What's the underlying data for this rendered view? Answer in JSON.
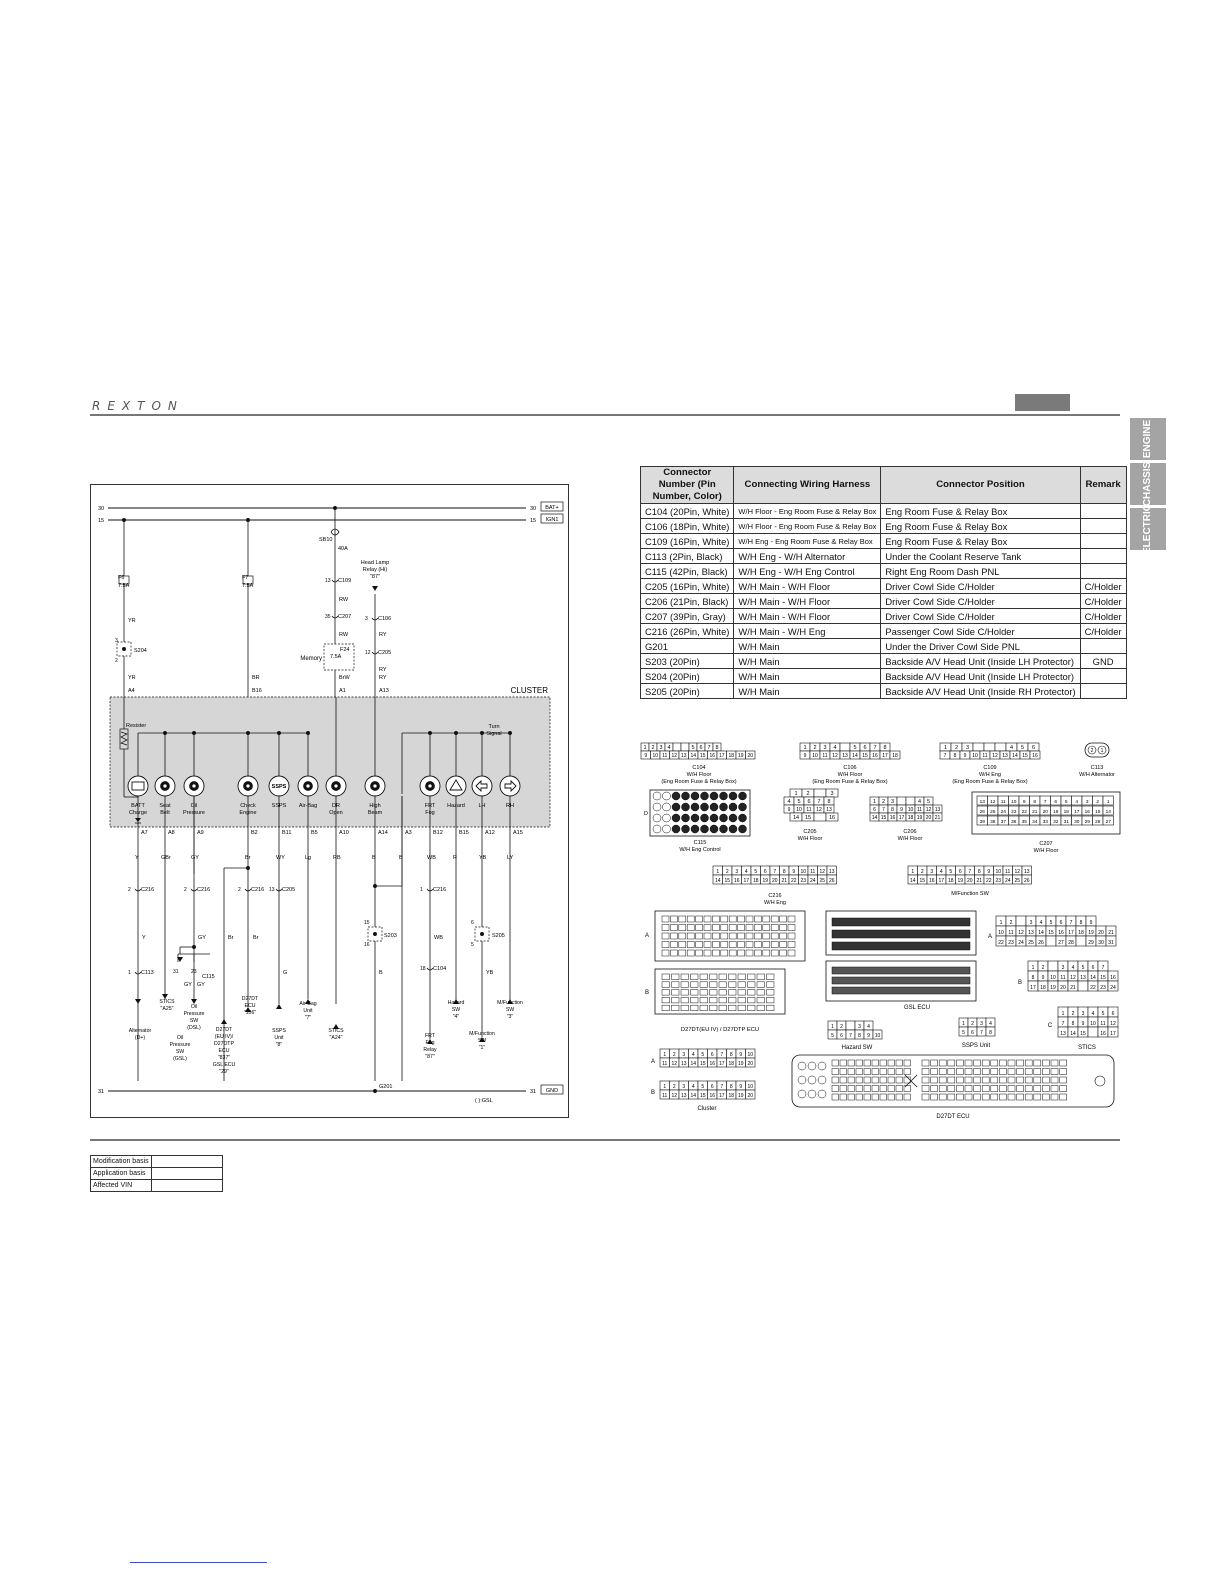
{
  "header": {
    "logo": "REXTON"
  },
  "side_tabs": [
    "ENGINE",
    "CHASSIS",
    "ELECTRIC"
  ],
  "diagram": {
    "rails": {
      "top1": "30",
      "top2": "15",
      "bottom": "31",
      "top1_tag": "BAT+",
      "top2_tag": "IGN1",
      "bottom_tag": "GND"
    },
    "fuses": {
      "f6": "F6",
      "f6a": "7.5A",
      "f7": "F7",
      "f7a": "7.5A",
      "sb10": "SB10",
      "sb10a": "40A",
      "f24": "F24",
      "f24a": "7.5A",
      "memory": "Memory"
    },
    "relay": {
      "line1": "Head Lamp",
      "line2": "Relay (Hi)",
      "line3": "\"87\""
    },
    "cluster_label": "CLUSTER",
    "resister": "Resister",
    "indicators": [
      {
        "l1": "BATT",
        "l2": "Charge"
      },
      {
        "l1": "Seat",
        "l2": "Belt"
      },
      {
        "l1": "Oil",
        "l2": "Pressure"
      },
      {
        "l1": "Check",
        "l2": "Engine"
      },
      {
        "l1": "SSPS",
        "l2": ""
      },
      {
        "l1": "Air-Bag",
        "l2": ""
      },
      {
        "l1": "DR",
        "l2": "Open"
      },
      {
        "l1": "High",
        "l2": "Beam"
      },
      {
        "l1": "FRT",
        "l2": "Fog"
      },
      {
        "l1": "Hazard",
        "l2": ""
      },
      {
        "l1": "LH",
        "l2": ""
      },
      {
        "l1": "RH",
        "l2": ""
      }
    ],
    "ssps_icon": "SSPS",
    "turn_signal": {
      "l1": "Turn",
      "l2": "Signal"
    },
    "top_pins": [
      "A4",
      "B16",
      "A1",
      "A13"
    ],
    "top_wires": [
      "YR",
      "YR",
      "BR",
      "RW",
      "RW",
      "BrW",
      "RY",
      "RY",
      "RY"
    ],
    "bottom_pins": [
      "A7",
      "A8",
      "A9",
      "B2",
      "B11",
      "B5",
      "A10",
      "A14",
      "A3",
      "B12",
      "B15",
      "A12",
      "A15"
    ],
    "wire_colors": [
      "Y",
      "GBr",
      "GY",
      "Br",
      "WY",
      "Lg",
      "RB",
      "B",
      "B",
      "WB",
      "R",
      "YB",
      "LY"
    ],
    "connectors": [
      "C109",
      "C207",
      "C106",
      "C205",
      "S204",
      "C216",
      "C216",
      "C216",
      "C205",
      "C216",
      "C113",
      "C115",
      "C104",
      "S203",
      "S205",
      "G201"
    ],
    "pin_nums": [
      "13",
      "35",
      "3",
      "12",
      "3",
      "2",
      "2",
      "1",
      "31",
      "23",
      "18",
      "15",
      "16",
      "6",
      "5",
      "8"
    ],
    "wires2": [
      "Y",
      "GY",
      "GY",
      "GY",
      "Br",
      "Br",
      "G",
      "WB",
      "B",
      "YB"
    ],
    "destinations": [
      {
        "lines": [
          "Alternator",
          "(D+)"
        ]
      },
      {
        "lines": [
          "STICS",
          "\"A25\""
        ]
      },
      {
        "lines": [
          "Oil",
          "Pressure",
          "SW",
          "(DSL)"
        ]
      },
      {
        "lines": [
          "Oil",
          "Pressure",
          "SW",
          "(GSL)"
        ]
      },
      {
        "lines": [
          "D27DT",
          "ECU",
          "\"106\""
        ]
      },
      {
        "lines": [
          "D27DT",
          "(EU IV)/",
          "D27DTP",
          "ECU",
          "\"837\"",
          "GSL ECU",
          "\"29\""
        ]
      },
      {
        "lines": [
          "SSPS",
          "Unit",
          "\"8\""
        ]
      },
      {
        "lines": [
          "Air-Bag",
          "Unit",
          "\"7\""
        ]
      },
      {
        "lines": [
          "STICS",
          "\"A24\""
        ]
      },
      {
        "lines": [
          "FRT",
          "Fog",
          "Relay",
          "\"87\""
        ]
      },
      {
        "lines": [
          "Hazard",
          "SW",
          "\"4\""
        ]
      },
      {
        "lines": [
          "M/Function",
          "SW",
          "\"1\""
        ]
      },
      {
        "lines": [
          "M/Function",
          "SW",
          "\"3\""
        ]
      }
    ],
    "gsl_note": "( ):GSL"
  },
  "table": {
    "headers": [
      "Connector Number (Pin Number, Color)",
      "Connecting Wiring Harness",
      "Connector Position",
      "Remark"
    ],
    "rows": [
      [
        "C104 (20Pin, White)",
        "W/H Floor - Eng Room Fuse & Relay Box",
        "Eng Room Fuse & Relay Box",
        ""
      ],
      [
        "C106 (18Pin, White)",
        "W/H Floor - Eng Room Fuse & Relay Box",
        "Eng Room Fuse & Relay Box",
        ""
      ],
      [
        "C109 (16Pin, White)",
        "W/H Eng - Eng Room Fuse & Relay Box",
        "Eng Room Fuse & Relay Box",
        ""
      ],
      [
        "C113 (2Pin, Black)",
        "W/H Eng - W/H Alternator",
        "Under the Coolant Reserve Tank",
        ""
      ],
      [
        "C115 (42Pin, Black)",
        "W/H Eng - W/H Eng Control",
        "Right Eng Room Dash PNL",
        ""
      ],
      [
        "C205 (16Pin, White)",
        "W/H Main - W/H Floor",
        "Driver Cowl Side C/Holder",
        "C/Holder"
      ],
      [
        "C206 (21Pin, Black)",
        "W/H Main - W/H Floor",
        "Driver Cowl Side C/Holder",
        "C/Holder"
      ],
      [
        "C207 (39Pin, Gray)",
        "W/H Main - W/H Floor",
        "Driver Cowl Side C/Holder",
        "C/Holder"
      ],
      [
        "C216 (26Pin, White)",
        "W/H Main - W/H Eng",
        "Passenger Cowl Side C/Holder",
        "C/Holder"
      ],
      [
        "G201",
        "W/H Main",
        "Under the Driver Cowl Side PNL",
        ""
      ],
      [
        "S203 (20Pin)",
        "W/H Main",
        "Backside A/V Head Unit (Inside LH Protector)",
        "GND"
      ],
      [
        "S204 (20Pin)",
        "W/H Main",
        "Backside A/V Head Unit (Inside LH Protector)",
        ""
      ],
      [
        "S205 (20Pin)",
        "W/H Main",
        "Backside A/V Head Unit (Inside RH Protector)",
        ""
      ]
    ]
  },
  "connector_views": {
    "c104": {
      "name": "C104",
      "l2": "W/H Floor",
      "l3": "(Eng Room Fuse & Relay Box)",
      "row1": [
        "1",
        "2",
        "3",
        "4",
        "",
        "",
        "5",
        "6",
        "7",
        "8"
      ],
      "row2": [
        "9",
        "10",
        "11",
        "12",
        "13",
        "14",
        "15",
        "16",
        "17",
        "18",
        "19",
        "20"
      ]
    },
    "c106": {
      "name": "C106",
      "l2": "W/H Floor",
      "l3": "(Eng Room Fuse & Relay Box)",
      "row1": [
        "1",
        "2",
        "3",
        "4",
        "",
        "5",
        "6",
        "7",
        "8"
      ],
      "row2": [
        "9",
        "10",
        "11",
        "12",
        "13",
        "14",
        "15",
        "16",
        "17",
        "18"
      ]
    },
    "c109": {
      "name": "C109",
      "l2": "W/H Eng",
      "l3": "(Eng Room Fuse & Relay Box)",
      "row1": [
        "1",
        "2",
        "3",
        "",
        "",
        "",
        "4",
        "5",
        "6"
      ],
      "row2": [
        "7",
        "8",
        "9",
        "10",
        "11",
        "12",
        "13",
        "14",
        "15",
        "16"
      ]
    },
    "c113": {
      "name": "C113",
      "l2": "W/H Alternator",
      "pins": [
        "2",
        "1"
      ]
    },
    "c115": {
      "name": "C115",
      "l2": "W/H Eng Control",
      "side": "D"
    },
    "c205": {
      "name": "C205",
      "l2": "W/H Floor",
      "rows": [
        [
          "1",
          "2",
          "",
          "3"
        ],
        [
          "4",
          "5",
          "6",
          "7",
          "8"
        ],
        [
          "9",
          "10",
          "11",
          "12",
          "13"
        ],
        [
          "14",
          "15",
          "",
          "16"
        ]
      ]
    },
    "c206": {
      "name": "C206",
      "l2": "W/H Floor",
      "rows": [
        [
          "1",
          "2",
          "3",
          "",
          "",
          "4",
          "5"
        ],
        [
          "6",
          "7",
          "8",
          "9",
          "10",
          "11",
          "12",
          "13"
        ],
        [
          "14",
          "15",
          "16",
          "17",
          "18",
          "19",
          "20",
          "21"
        ]
      ]
    },
    "c207": {
      "name": "C207",
      "l2": "W/H Floor",
      "rows": [
        [
          "13",
          "12",
          "11",
          "10",
          "9",
          "8",
          "7",
          "6",
          "5",
          "4",
          "3",
          "2",
          "1"
        ],
        [
          "26",
          "25",
          "24",
          "23",
          "22",
          "21",
          "20",
          "19",
          "18",
          "17",
          "16",
          "15",
          "14"
        ],
        [
          "39",
          "38",
          "37",
          "36",
          "35",
          "34",
          "33",
          "32",
          "31",
          "30",
          "29",
          "28",
          "27"
        ]
      ]
    },
    "c216": {
      "name": "C216",
      "l2": "W/H Eng",
      "row1": [
        "1",
        "2",
        "3",
        "4",
        "5",
        "6",
        "7",
        "8",
        "9",
        "10",
        "11",
        "12",
        "13"
      ],
      "row2": [
        "14",
        "15",
        "16",
        "17",
        "18",
        "19",
        "20",
        "21",
        "22",
        "23",
        "24",
        "25",
        "26"
      ]
    },
    "mfsw": {
      "name": "M/Function SW",
      "row1": [
        "1",
        "2",
        "3",
        "4",
        "5",
        "6",
        "7",
        "8",
        "9",
        "10",
        "11",
        "12",
        "13"
      ],
      "row2": [
        "14",
        "15",
        "16",
        "17",
        "18",
        "19",
        "20",
        "21",
        "22",
        "23",
        "24",
        "25",
        "26"
      ]
    },
    "d27dt": {
      "name": "D27DT(EU IV) / D27DTP ECU",
      "a": "A",
      "b": "B"
    },
    "gsl": {
      "name": "GSL ECU"
    },
    "stics": {
      "name": "STICS",
      "a": "A",
      "b": "B",
      "c": "C",
      "a_rows": [
        [
          "1",
          "2",
          "",
          "3",
          "4",
          "5",
          "6",
          "7",
          "8",
          "9"
        ],
        [
          "10",
          "11",
          "12",
          "13",
          "14",
          "15",
          "16",
          "17",
          "18",
          "19",
          "20",
          "21"
        ],
        [
          "22",
          "23",
          "24",
          "25",
          "26",
          "",
          "27",
          "28",
          "",
          "29",
          "30",
          "31"
        ]
      ],
      "b_rows": [
        [
          "1",
          "2",
          "",
          "3",
          "4",
          "5",
          "6",
          "7"
        ],
        [
          "8",
          "9",
          "10",
          "11",
          "12",
          "13",
          "14",
          "15",
          "16"
        ],
        [
          "17",
          "18",
          "19",
          "20",
          "21",
          "",
          "22",
          "23",
          "24"
        ]
      ],
      "c_rows": [
        [
          "1",
          "2",
          "3",
          "4",
          "5",
          "6"
        ],
        [
          "7",
          "8",
          "9",
          "10",
          "11",
          "12"
        ],
        [
          "13",
          "14",
          "15",
          "",
          "16",
          "17"
        ]
      ]
    },
    "hazard": {
      "name": "Hazard SW",
      "row1": [
        "1",
        "2",
        "",
        "3",
        "4"
      ],
      "row2": [
        "5",
        "6",
        "7",
        "8",
        "9",
        "10"
      ]
    },
    "ssps": {
      "name": "SSPS Unit",
      "row1": [
        "1",
        "2",
        "3",
        "4"
      ],
      "row2": [
        "5",
        "6",
        "7",
        "8"
      ]
    },
    "cluster": {
      "name": "Cluster",
      "a": "A",
      "b": "B",
      "row1": [
        "1",
        "2",
        "3",
        "4",
        "5",
        "6",
        "7",
        "8",
        "9",
        "10"
      ],
      "row2": [
        "11",
        "12",
        "13",
        "14",
        "15",
        "16",
        "17",
        "18",
        "19",
        "20"
      ]
    },
    "d27ecu": {
      "name": "D27DT ECU"
    }
  },
  "modification": {
    "rows": [
      "Modification basis",
      "Application basis",
      "Affected VIN"
    ]
  }
}
